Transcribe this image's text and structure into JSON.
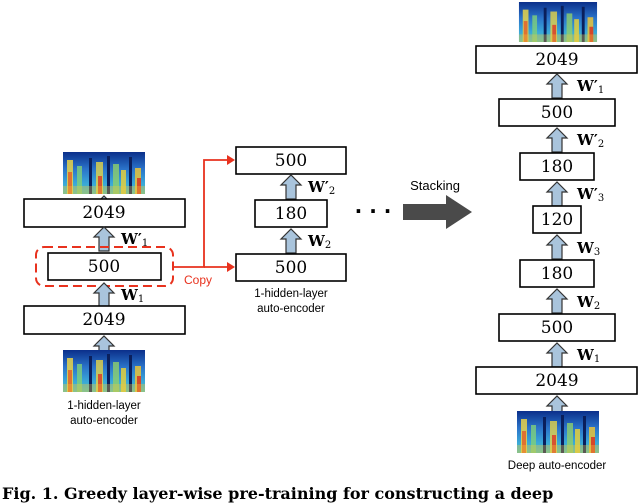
{
  "left_encoder": {
    "layers": [
      "2049",
      "500",
      "2049"
    ],
    "weights": [
      {
        "main": "W",
        "prime": "",
        "sub": "1"
      },
      {
        "main": "W",
        "prime": "′",
        "sub": "1"
      }
    ],
    "caption_line1": "1-hidden-layer",
    "caption_line2": "auto-encoder"
  },
  "middle_encoder": {
    "layers": [
      "500",
      "180",
      "500"
    ],
    "weights": [
      {
        "main": "W",
        "prime": "",
        "sub": "2"
      },
      {
        "main": "W",
        "prime": "′",
        "sub": "2"
      }
    ],
    "caption_line1": "1-hidden-layer",
    "caption_line2": "auto-encoder"
  },
  "copy_label": "Copy",
  "stacking_label": "Stacking",
  "ellipsis": "· · ·",
  "deep_encoder": {
    "layers": [
      "2049",
      "500",
      "180",
      "120",
      "180",
      "500",
      "2049"
    ],
    "weights": [
      {
        "main": "W",
        "prime": "",
        "sub": "1"
      },
      {
        "main": "W",
        "prime": "",
        "sub": "2"
      },
      {
        "main": "W",
        "prime": "",
        "sub": "3"
      },
      {
        "main": "W",
        "prime": "′",
        "sub": "3"
      },
      {
        "main": "W",
        "prime": "′",
        "sub": "2"
      },
      {
        "main": "W",
        "prime": "′",
        "sub": "1"
      }
    ],
    "caption": "Deep auto-encoder"
  },
  "figure_caption": "Fig. 1.   Greedy layer-wise pre-training for constructing a deep",
  "colors": {
    "copy_red": "#e8321e",
    "arrow_fill": "#a9c4dc",
    "stacking_arrow": "#4a4a4a"
  },
  "icons": [
    "spectrogram-image",
    "up-arrow-icon",
    "stacking-arrow-icon",
    "copy-arrow-icon"
  ]
}
